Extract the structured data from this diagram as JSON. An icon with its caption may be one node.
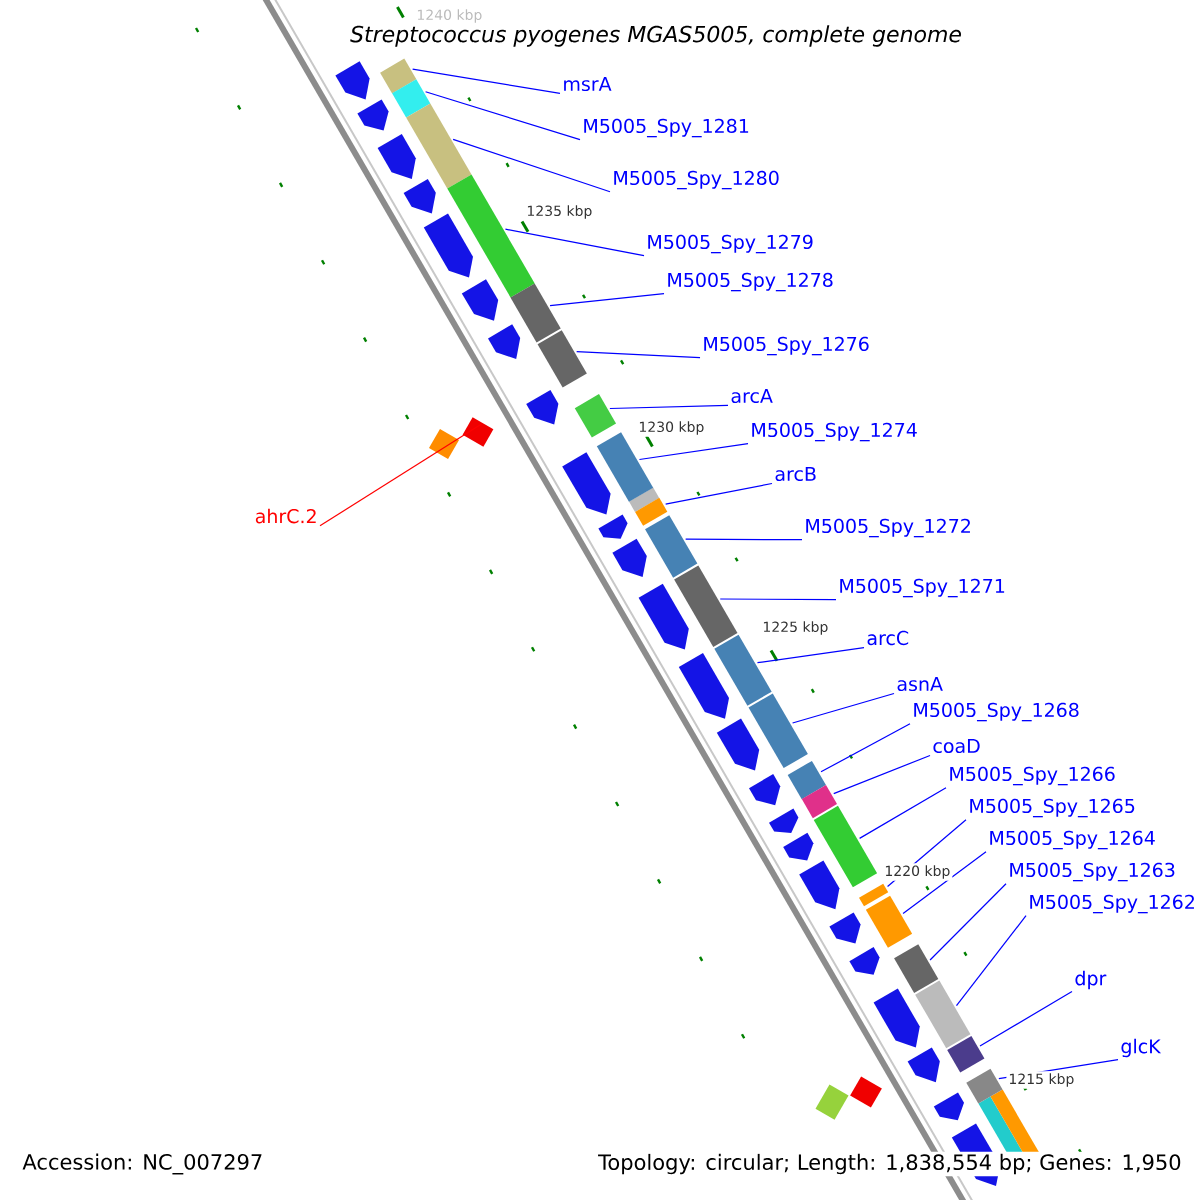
{
  "diagram": {
    "title": "Streptococcus pyogenes MGAS5005, complete genome",
    "nodes": [
      {
        "text": [
          "msrA"
        ]
      },
      {
        "text": [
          "M5005_Spy_1281"
        ]
      },
      {
        "text": [
          "M5005_Spy_1280"
        ]
      },
      {
        "text": [
          "M5005_Spy_1279"
        ]
      },
      {
        "text": [
          "M5005_Spy_1278"
        ]
      },
      {
        "text": [
          "M5005_Spy_1276"
        ]
      },
      {
        "text": [
          "arcA"
        ]
      },
      {
        "text": [
          "M5005_Spy_1274"
        ]
      },
      {
        "text": [
          "arcB"
        ]
      },
      {
        "text": [
          "M5005_Spy_1272"
        ]
      },
      {
        "text": [
          "M5005_Spy_1271"
        ]
      },
      {
        "text": [
          "arcC"
        ]
      },
      {
        "text": [
          "asnA"
        ]
      },
      {
        "text": [
          "M5005_Spy_1268"
        ]
      },
      {
        "text": [
          "coaD"
        ]
      },
      {
        "text": [
          "M5005_Spy_1266"
        ]
      },
      {
        "text": [
          "M5005_Spy_1265"
        ]
      },
      {
        "text": [
          "M5005_Spy_1264"
        ]
      },
      {
        "text": [
          "M5005_Spy_1263"
        ]
      },
      {
        "text": [
          "M5005_Spy_1262"
        ]
      },
      {
        "text": [
          "dpr"
        ]
      },
      {
        "text": [
          "glcK"
        ]
      },
      {
        "text": [
          "ahrC.2"
        ]
      },
      {
        "text": [],
        "shape": "box"
      },
      {
        "text": [],
        "shape": "box"
      },
      {
        "text": [],
        "shape": "box"
      },
      {
        "text": [],
        "shape": "box"
      },
      {
        "text": [],
        "shape": "box"
      },
      {
        "text": [],
        "shape": "box"
      },
      {
        "text": [],
        "shape": "box"
      },
      {
        "text": [],
        "shape": "box"
      },
      {
        "text": [],
        "shape": "box"
      },
      {
        "text": [],
        "shape": "box"
      },
      {
        "text": [],
        "shape": "box"
      },
      {
        "text": [],
        "shape": "box"
      },
      {
        "text": [],
        "shape": "box"
      },
      {
        "text": [],
        "shape": "box"
      },
      {
        "text": [],
        "shape": "box"
      },
      {
        "text": [],
        "shape": "box"
      },
      {
        "text": [],
        "shape": "box"
      },
      {
        "text": [],
        "shape": "box"
      },
      {
        "text": [],
        "shape": "box"
      },
      {
        "text": [],
        "shape": "box"
      },
      {
        "text": [],
        "shape": "box"
      },
      {
        "text": [],
        "shape": "box"
      },
      {
        "text": [],
        "shape": "box"
      },
      {
        "text": [],
        "shape": "box"
      },
      {
        "text": [],
        "shape": "box"
      },
      {
        "text": [],
        "shape": "box"
      }
    ],
    "edges": [
      {
        "from": 0,
        "to": 23,
        "arrow": "none"
      },
      {
        "from": 1,
        "to": 24,
        "arrow": "none"
      },
      {
        "from": 2,
        "to": 25,
        "arrow": "none"
      },
      {
        "from": 3,
        "to": 26,
        "arrow": "none"
      },
      {
        "from": 4,
        "to": 27,
        "arrow": "none"
      },
      {
        "from": 5,
        "to": 28,
        "arrow": "none"
      },
      {
        "from": 6,
        "to": 29,
        "arrow": "none"
      },
      {
        "from": 7,
        "to": 30,
        "arrow": "none"
      },
      {
        "from": 8,
        "to": 31,
        "arrow": "none"
      },
      {
        "from": 9,
        "to": 32,
        "arrow": "none"
      },
      {
        "from": 10,
        "to": 33,
        "arrow": "none"
      },
      {
        "from": 11,
        "to": 34,
        "arrow": "none"
      },
      {
        "from": 12,
        "to": 35,
        "arrow": "none"
      },
      {
        "from": 13,
        "to": 36,
        "arrow": "none"
      },
      {
        "from": 14,
        "to": 37,
        "arrow": "none"
      },
      {
        "from": 15,
        "to": 38,
        "arrow": "none"
      },
      {
        "from": 16,
        "to": 39,
        "arrow": "none"
      },
      {
        "from": 17,
        "to": 40,
        "arrow": "none"
      },
      {
        "from": 18,
        "to": 41,
        "arrow": "none"
      },
      {
        "from": 19,
        "to": 42,
        "arrow": "none"
      },
      {
        "from": 20,
        "to": 43,
        "arrow": "none"
      },
      {
        "from": 21,
        "to": 44,
        "arrow": "none"
      },
      {
        "from": 22,
        "to": 45,
        "arrow": "none",
        "color": "#ff0000"
      }
    ],
    "labels": [
      "1240 kbp",
      "1235 kbp",
      "1230 kbp",
      "1225 kbp",
      "1220 kbp",
      "1215 kbp",
      "Accession: NC_007297",
      "Topology: circular; Length: 1,838,554 bp; Genes: 1,950"
    ]
  }
}
